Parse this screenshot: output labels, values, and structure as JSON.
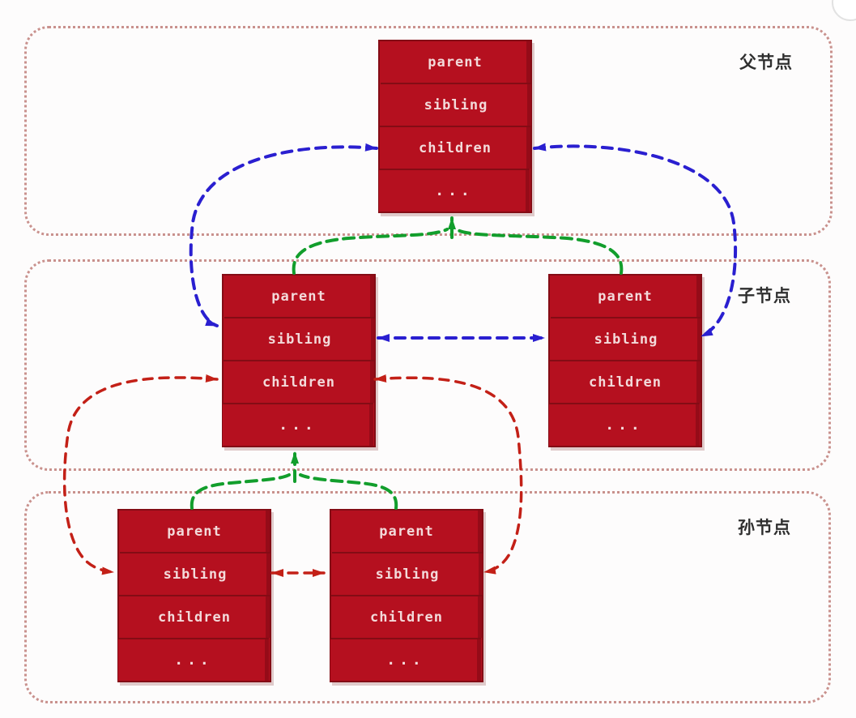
{
  "diagram": {
    "bands": [
      {
        "label": "父节点"
      },
      {
        "label": "子节点"
      },
      {
        "label": "孙节点"
      }
    ],
    "node_rows": [
      "parent",
      "sibling",
      "children",
      "..."
    ],
    "colors": {
      "node_fill": "#b5101f",
      "node_border": "#840c15",
      "node_text": "#f3dada",
      "band_border": "#c9918d",
      "label_color": "#2f2f2f",
      "arrow_blue": "#2a1fd0",
      "arrow_green": "#129e2c",
      "arrow_red": "#c32017"
    },
    "connections": [
      {
        "color": "blue",
        "style": "dashed",
        "bidirectional": true,
        "from": "child-node-left.sibling",
        "to": "parent-node.children"
      },
      {
        "color": "blue",
        "style": "dashed",
        "bidirectional": true,
        "from": "child-node-right.sibling",
        "to": "parent-node.children"
      },
      {
        "color": "blue",
        "style": "dashed",
        "bidirectional": true,
        "from": "child-node-left.sibling",
        "to": "child-node-right.sibling"
      },
      {
        "color": "green",
        "style": "dashed",
        "bidirectional": false,
        "from": "child-node-left + child-node-right",
        "to": "parent-node (bottom)"
      },
      {
        "color": "green",
        "style": "dashed",
        "bidirectional": false,
        "from": "grandchild-node-left + grandchild-node-right",
        "to": "child-node-left (bottom)"
      },
      {
        "color": "red",
        "style": "dashed",
        "bidirectional": true,
        "from": "grandchild-node-left.sibling",
        "to": "child-node-left.children"
      },
      {
        "color": "red",
        "style": "dashed",
        "bidirectional": true,
        "from": "grandchild-node-right.sibling",
        "to": "child-node-left.children"
      },
      {
        "color": "red",
        "style": "dashed",
        "bidirectional": true,
        "from": "grandchild-node-left.sibling",
        "to": "grandchild-node-right.sibling"
      }
    ]
  }
}
